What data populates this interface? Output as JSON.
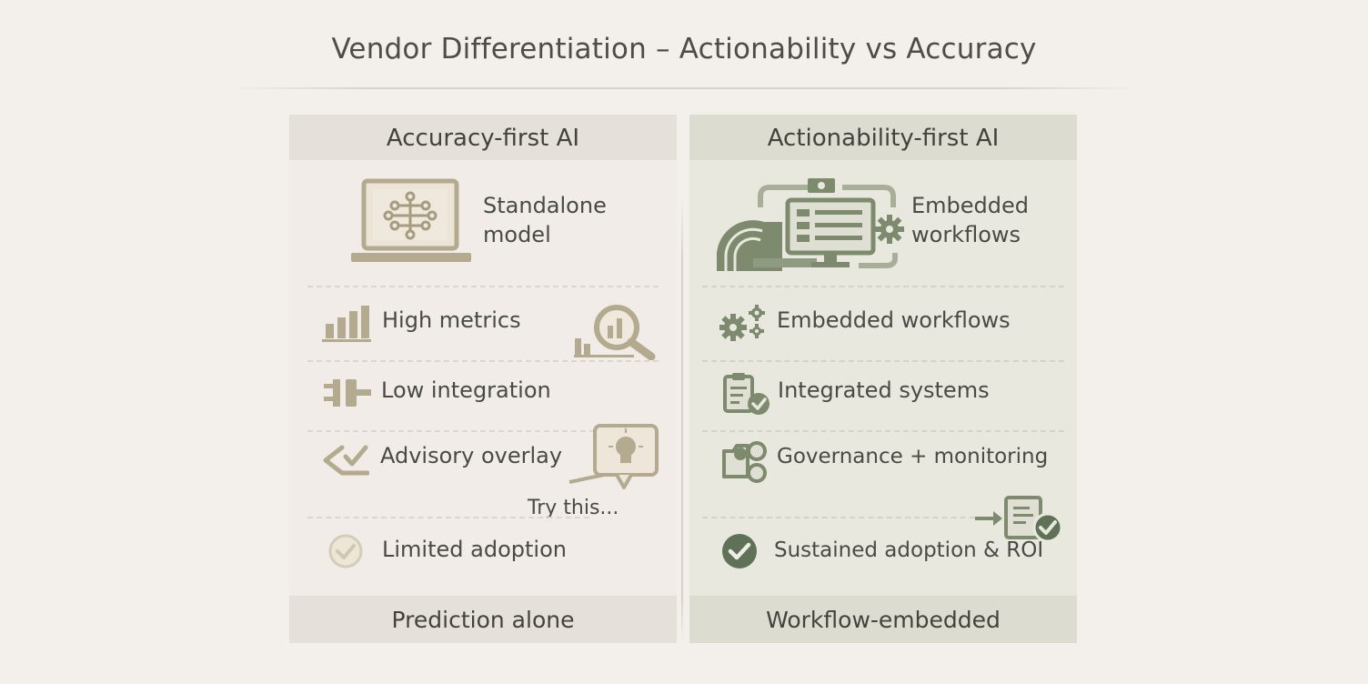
{
  "title": "Vendor Differentiation – Actionability vs Accuracy",
  "left_panel": {
    "header": "Accuracy-first AI",
    "hero": {
      "label_line1": "Standalone",
      "label_line2": "model",
      "icon": "laptop-neural-network-icon"
    },
    "rows": [
      {
        "label": "High metrics",
        "icon": "bar-chart-icon",
        "extra_icon": "magnifier-chart-icon"
      },
      {
        "label": "Low integration",
        "icon": "plug-icon"
      },
      {
        "label": "Advisory overlay",
        "icon": "check-arrow-icon",
        "extra_icon": "lightbulb-bubble-icon"
      },
      {
        "label": "Limited adoption",
        "icon": "faded-check-circle-icon"
      }
    ],
    "hint": "Try this...",
    "footer": "Prediction alone"
  },
  "right_panel": {
    "header": "Actionability-first AI",
    "hero": {
      "label_line1": "Embedded",
      "label_line2": "workflows",
      "icon": "scanner-monitor-workflow-icon"
    },
    "rows": [
      {
        "label": "Embedded workflows",
        "icon": "gears-icon"
      },
      {
        "label": "Integrated systems",
        "icon": "clipboard-check-icon"
      },
      {
        "label": "Governance + monitoring",
        "icon": "governance-nodes-icon"
      },
      {
        "label": "Sustained adoption & ROI",
        "icon": "check-circle-icon",
        "extra_icon": "document-check-arrow-icon"
      }
    ],
    "footer": "Workflow-embedded"
  },
  "colors": {
    "background": "#f3efeb",
    "left_icon": "#b3aa8f",
    "right_icon": "#7d8a6d",
    "right_check": "#5f7257"
  }
}
